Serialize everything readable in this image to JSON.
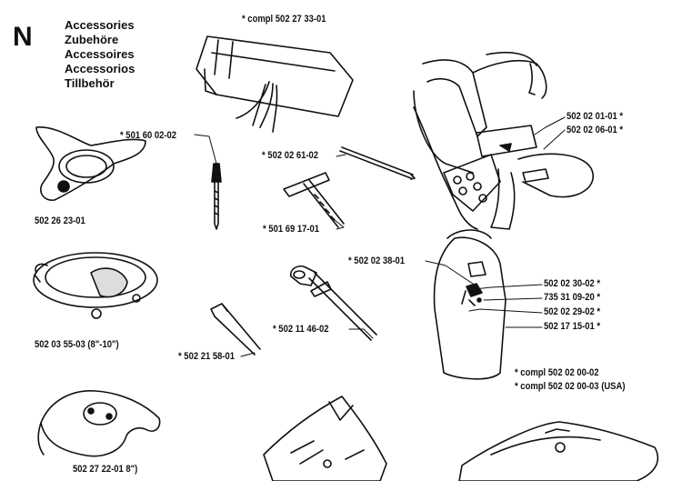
{
  "section": "N",
  "titles": [
    "Accessories",
    "Zubehöre",
    "Accessoires",
    "Accessorios",
    "Tillbehör"
  ],
  "parts": {
    "tool_bag": "* compl 502 27 33-01",
    "guard_top_left": "502 26 23-01",
    "pin": "* 501 60 02-02",
    "rod": "* 502 02 61-02",
    "t_wrench": "* 501 69 17-01",
    "harness_1": "502 02 01-01 *",
    "harness_2": "502 02 06-01 *",
    "trimmer_head": "502 03 55-03",
    "trimmer_head_size": "(8\"-10\")",
    "hex_key": "* 502 21 58-01",
    "combination_wrench": "* 502 11 46-02",
    "hip_pad_clip": "* 502 02 38-01",
    "hip_pad_1": "502 02 30-02 *",
    "hip_pad_2": "735 31 09-20 *",
    "hip_pad_3": "502 02 29-02 *",
    "hip_pad_4": "502 17 15-01 *",
    "compl_1": "* compl 502 02 00-02",
    "compl_2": "* compl 502 02 00-03",
    "compl_2_suffix": "(USA)",
    "guard_bottom_left": "502 27 22-01",
    "guard_bottom_left_size": "8\")"
  }
}
